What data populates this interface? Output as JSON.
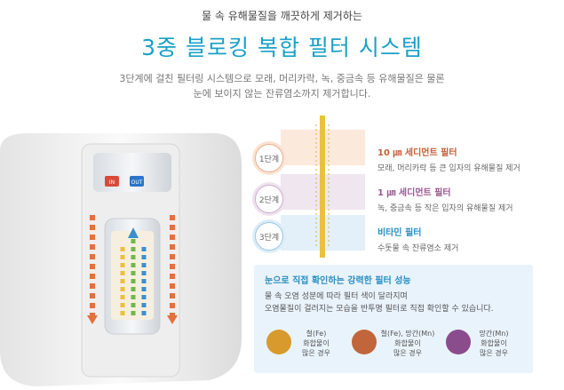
{
  "header": {
    "subtitle": "물 속 유해물질을 깨끗하게 제거하는",
    "title": "3중 블로킹 복합 필터 시스템",
    "desc_line1": "3단계에 걸친 필터링 시스템으로 모래, 머리카락, 녹, 중금속 등 유해물질은 물론",
    "desc_line2": "눈에 보이지 않는 잔류염소까지 제거합니다."
  },
  "device": {
    "in_label": "IN",
    "out_label": "OUT"
  },
  "stages": [
    {
      "badge": "1단계",
      "title": "10 ㎛ 세디먼트 필터",
      "desc": "모래, 머리카락 등 큰 입자의 유해물질 제거",
      "color": "#c6603a"
    },
    {
      "badge": "2단계",
      "title": "1 ㎛ 세디먼트 필터",
      "desc": "녹, 중금속 등 작은 입자의 유해물질 제거",
      "color": "#9a5a90"
    },
    {
      "badge": "3단계",
      "title": "비타민 필터",
      "desc": "수돗물 속 잔류염소 제거",
      "color": "#2a8fc4"
    }
  ],
  "info_box": {
    "title": "눈으로 직접 확인하는 강력한 필터 성능",
    "line1": "물 속 오염 성분에 따라 필터 색이 달라지며",
    "line2": "오염물질이 걸러지는 모습을 반투명 필터로 직접 확인할 수 있습니다.",
    "swatches": [
      {
        "color": "#d89a2c",
        "l1": "철(Fe)",
        "l2": "화합물이",
        "l3": "많은 경우"
      },
      {
        "color": "#c0663a",
        "l1": "철(Fe), 망간(Mn)",
        "l2": "화합물이",
        "l3": "많은 경우"
      },
      {
        "color": "#8a4c8c",
        "l1": "망간(Mn)",
        "l2": "화합물이",
        "l3": "많은 경우"
      }
    ]
  }
}
